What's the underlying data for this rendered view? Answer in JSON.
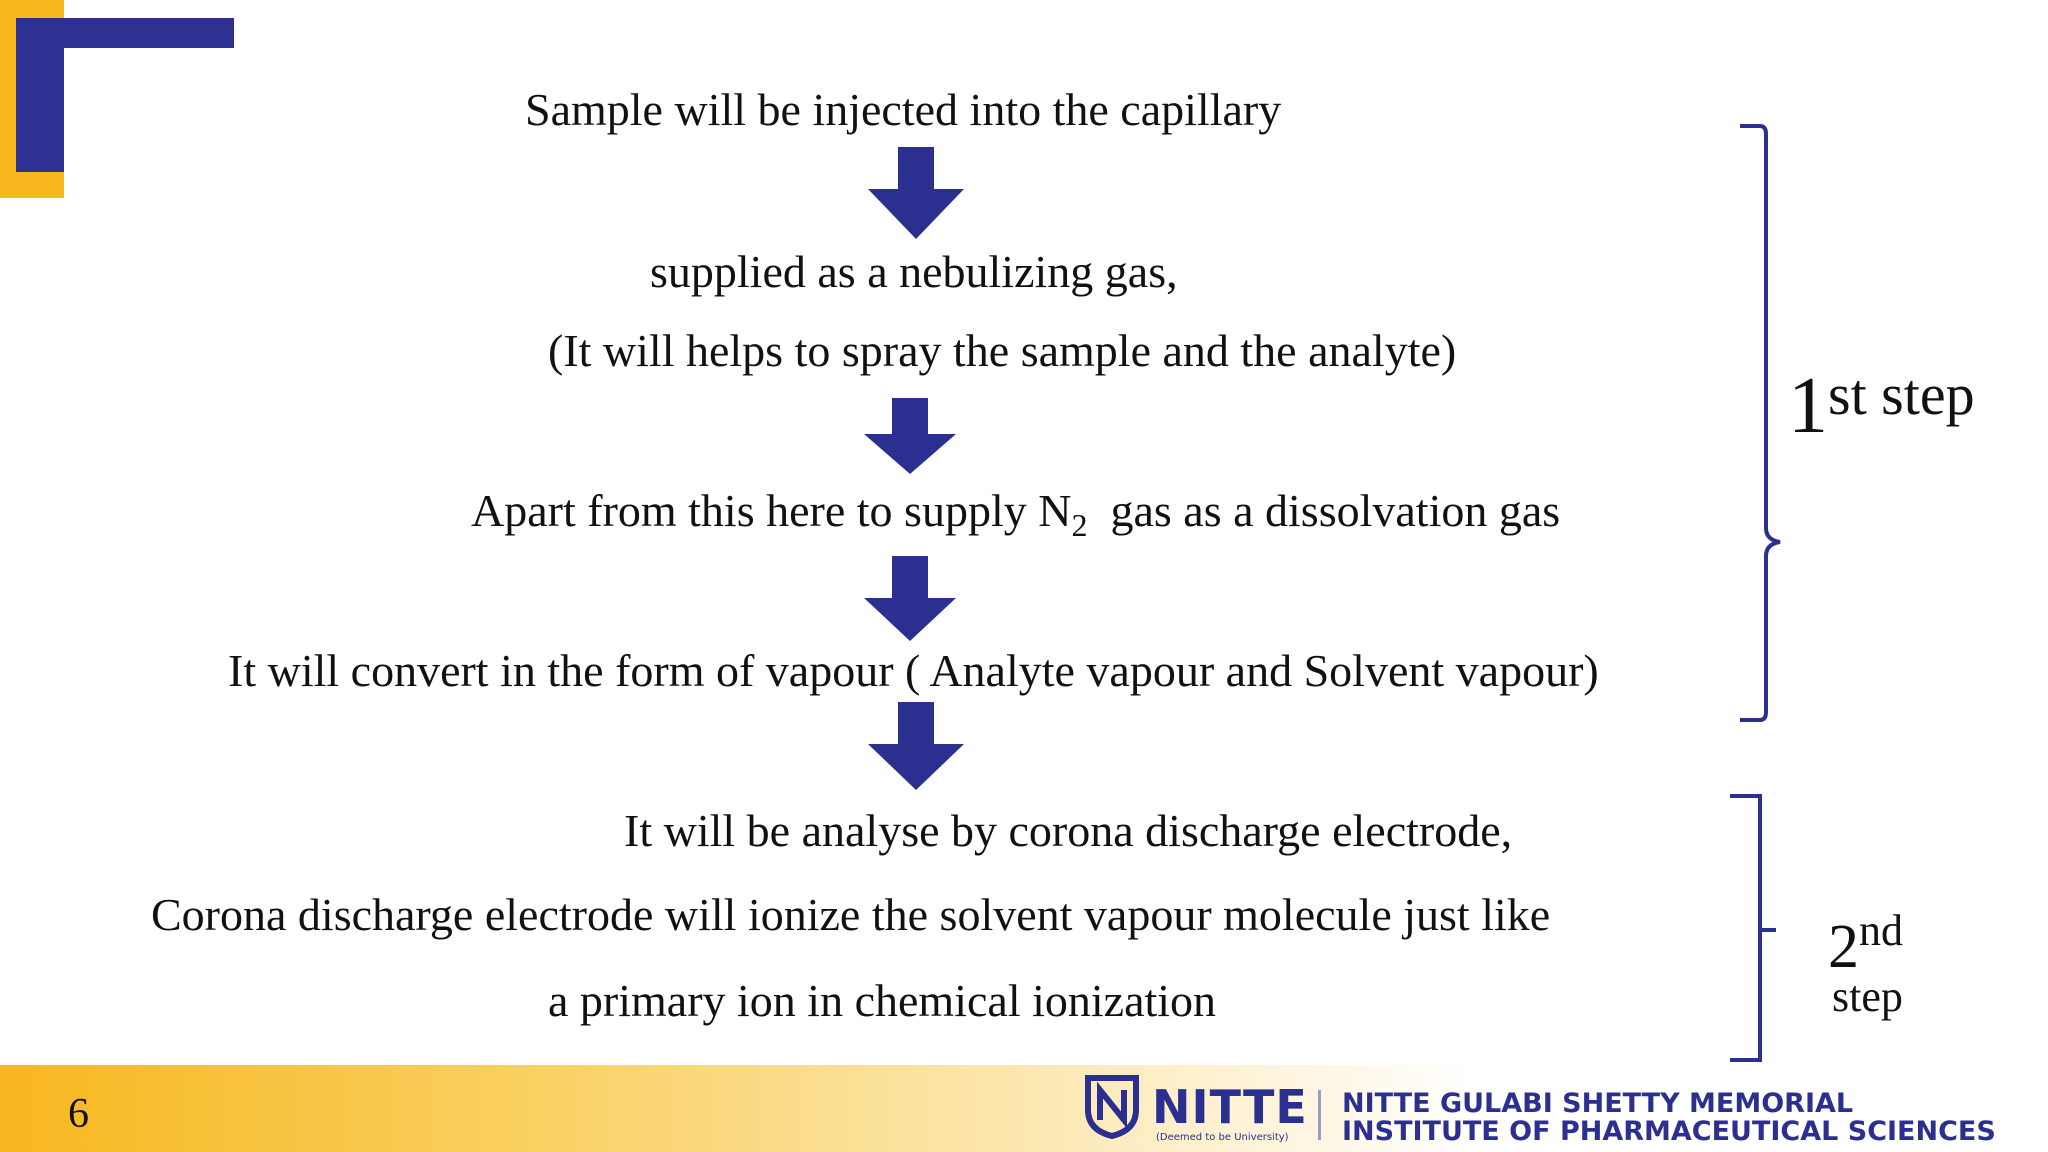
{
  "slide": {
    "lines": {
      "l1": "Sample will be injected into the capillary",
      "l2": "supplied as a nebulizing gas,",
      "l3": "(It will helps to spray the sample and the analyte)",
      "l4_pre": "Apart from this here to supply N",
      "l4_sub": "2",
      "l4_post": "  gas as a dissolvation gas",
      "l5": "It will convert in the form of vapour ( Analyte vapour and Solvent vapour)",
      "l6": "It will be analyse by corona discharge electrode,",
      "l7": "Corona discharge electrode  will ionize the solvent vapour molecule just like",
      "l8": "a primary ion  in chemical ionization"
    },
    "step1": {
      "number": "1",
      "suffix": "st step"
    },
    "step2": {
      "number": "2",
      "suffix": "nd",
      "word": "step"
    },
    "page_number": "6"
  },
  "footer": {
    "logo_text": "NITTE",
    "logo_tagline": "(Deemed to be University)",
    "institution_line1": "NITTE GULABI SHETTY MEMORIAL",
    "institution_line2": "INSTITUTE OF PHARMACEUTICAL SCIENCES"
  },
  "colors": {
    "arrow": "#2b2f8f",
    "bracket": "#2b2f8f",
    "corner_blue": "#2e3192",
    "corner_yellow": "#f7b71f",
    "brand": "#2b2f8f"
  },
  "icons": {
    "arrow": "down-arrow-icon",
    "logo": "nitte-shield-logo"
  }
}
